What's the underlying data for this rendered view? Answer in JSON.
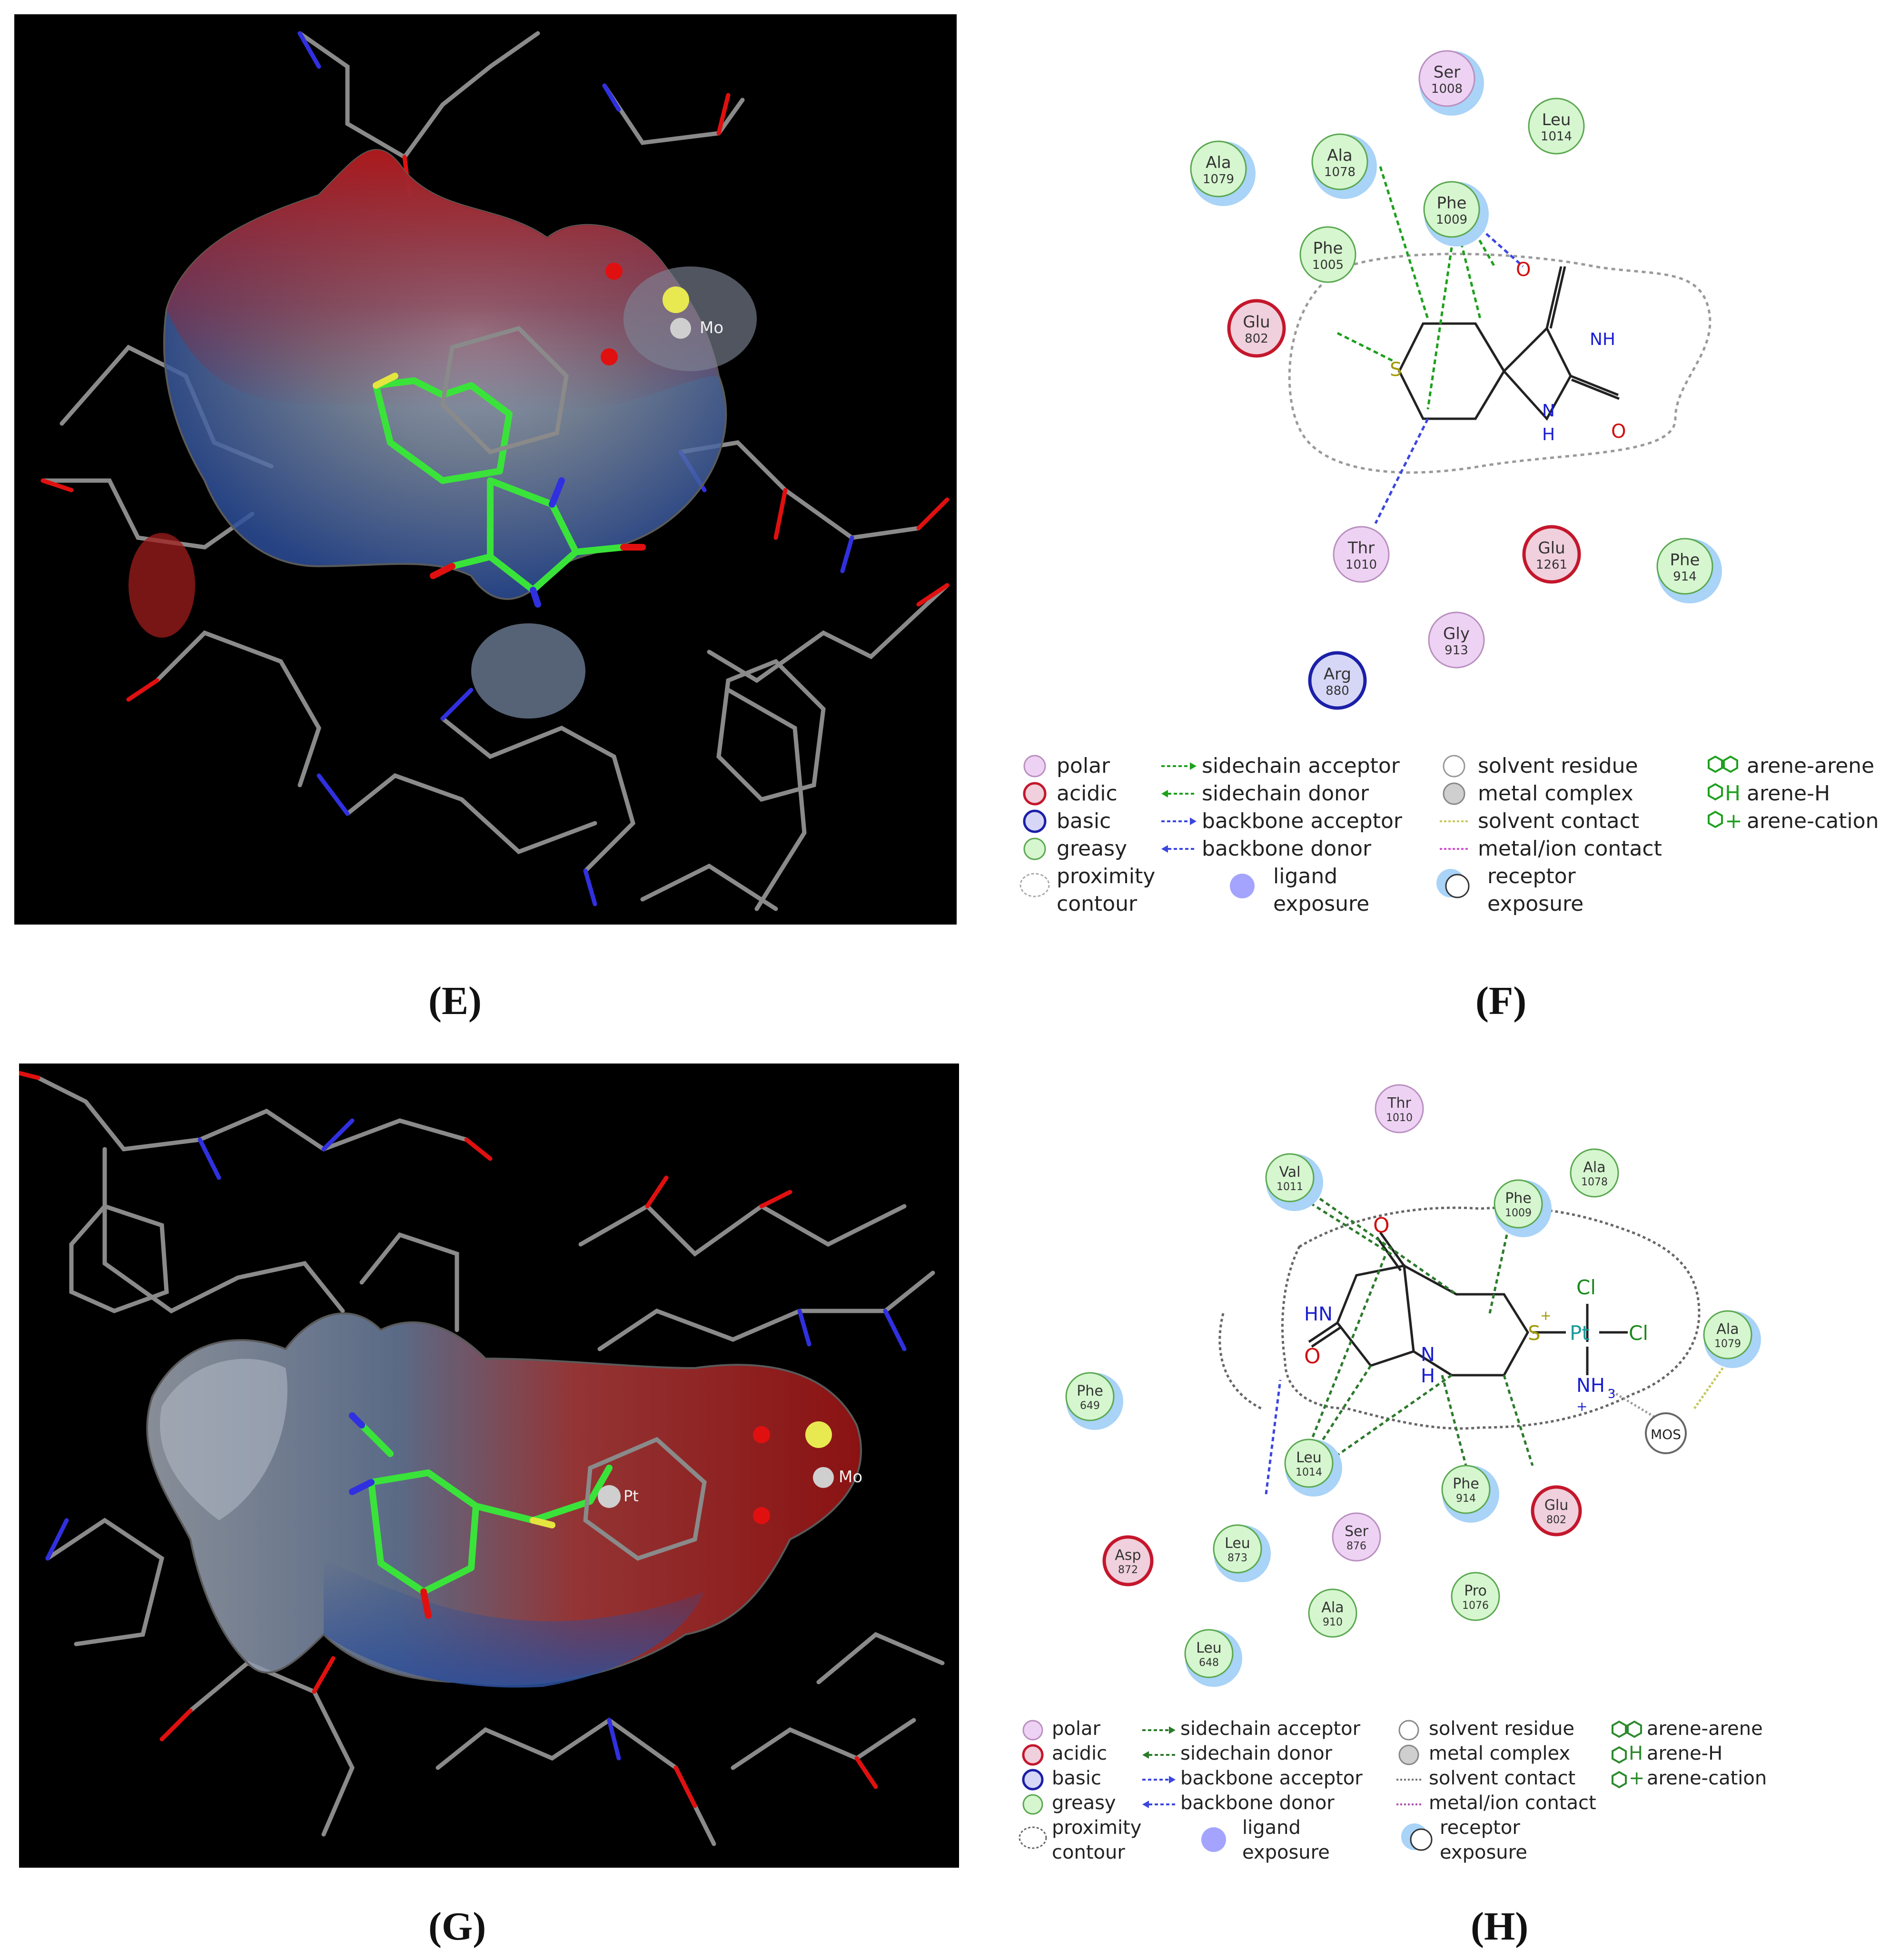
{
  "panels": {
    "E": {
      "caption": "(E)",
      "metal_label": "Mo"
    },
    "F": {
      "caption": "(F)",
      "residues": [
        {
          "name": "Ser",
          "num": "1008",
          "kind": "polar"
        },
        {
          "name": "Leu",
          "num": "1014",
          "kind": "greasy"
        },
        {
          "name": "Ala",
          "num": "1079",
          "kind": "greasy"
        },
        {
          "name": "Ala",
          "num": "1078",
          "kind": "greasy"
        },
        {
          "name": "Phe",
          "num": "1009",
          "kind": "greasy"
        },
        {
          "name": "Phe",
          "num": "1005",
          "kind": "greasy"
        },
        {
          "name": "Glu",
          "num": "802",
          "kind": "acidic"
        },
        {
          "name": "Thr",
          "num": "1010",
          "kind": "polar"
        },
        {
          "name": "Glu",
          "num": "1261",
          "kind": "acidic"
        },
        {
          "name": "Phe",
          "num": "914",
          "kind": "greasy"
        },
        {
          "name": "Gly",
          "num": "913",
          "kind": "polar"
        },
        {
          "name": "Arg",
          "num": "880",
          "kind": "basic"
        }
      ],
      "atoms": {
        "s": "S",
        "o1": "O",
        "o2": "O",
        "nh": "NH",
        "n": "N",
        "h": "H"
      }
    },
    "G": {
      "caption": "(G)",
      "metal_label": "Mo",
      "pt_label": "Pt"
    },
    "H": {
      "caption": "(H)",
      "residues": [
        {
          "name": "Thr",
          "num": "1010",
          "kind": "polar"
        },
        {
          "name": "Val",
          "num": "1011",
          "kind": "greasy"
        },
        {
          "name": "Ala",
          "num": "1078",
          "kind": "greasy"
        },
        {
          "name": "Phe",
          "num": "1009",
          "kind": "greasy"
        },
        {
          "name": "Ala",
          "num": "1079",
          "kind": "greasy"
        },
        {
          "name": "Phe",
          "num": "649",
          "kind": "greasy"
        },
        {
          "name": "Leu",
          "num": "1014",
          "kind": "greasy"
        },
        {
          "name": "Phe",
          "num": "914",
          "kind": "greasy"
        },
        {
          "name": "Glu",
          "num": "802",
          "kind": "acidic"
        },
        {
          "name": "Asp",
          "num": "872",
          "kind": "acidic"
        },
        {
          "name": "Leu",
          "num": "873",
          "kind": "greasy"
        },
        {
          "name": "Ser",
          "num": "876",
          "kind": "polar"
        },
        {
          "name": "Pro",
          "num": "1076",
          "kind": "greasy"
        },
        {
          "name": "Ala",
          "num": "910",
          "kind": "greasy"
        },
        {
          "name": "Leu",
          "num": "648",
          "kind": "greasy"
        }
      ],
      "atoms": {
        "o1": "O",
        "hn": "HN",
        "o2": "O",
        "n": "N",
        "h": "H",
        "s": "S",
        "splus": "+",
        "pt": "Pt",
        "cl1": "Cl",
        "cl2": "Cl",
        "nh3": "NH",
        "sub3": "3",
        "nplus": "+",
        "mos": "MOS"
      }
    }
  },
  "legend": {
    "polar": "polar",
    "acidic": "acidic",
    "basic": "basic",
    "greasy": "greasy",
    "proximity": "proximity",
    "contour": "contour",
    "sidechain_acceptor": "sidechain acceptor",
    "sidechain_donor": "sidechain donor",
    "backbone_acceptor": "backbone acceptor",
    "backbone_donor": "backbone donor",
    "ligand": "ligand",
    "exposure": "exposure",
    "solvent_residue": "solvent residue",
    "metal_complex": "metal complex",
    "solvent_contact": "solvent contact",
    "metal_ion_contact": "metal/ion contact",
    "receptor": "receptor",
    "arene_arene": "arene-arene",
    "arene_h": "arene-H",
    "arene_cation": "arene-cation",
    "h_glyph": "H",
    "plus_glyph": "+"
  },
  "colors": {
    "polar_fill": "#eed2f3",
    "polar_edge": "#b98fbf",
    "acidic_fill": "#f0d0dc",
    "acidic_edge": "#c4172c",
    "basic_fill": "#d6d7f6",
    "basic_edge": "#1b1fa8",
    "greasy_fill": "#d6f6cf",
    "greasy_edge": "#5aa850",
    "green_arrow": "#1ea01e",
    "blue_arrow": "#3b46e0",
    "surface_red": "#b01616",
    "surface_blue": "#2c4e9a"
  }
}
